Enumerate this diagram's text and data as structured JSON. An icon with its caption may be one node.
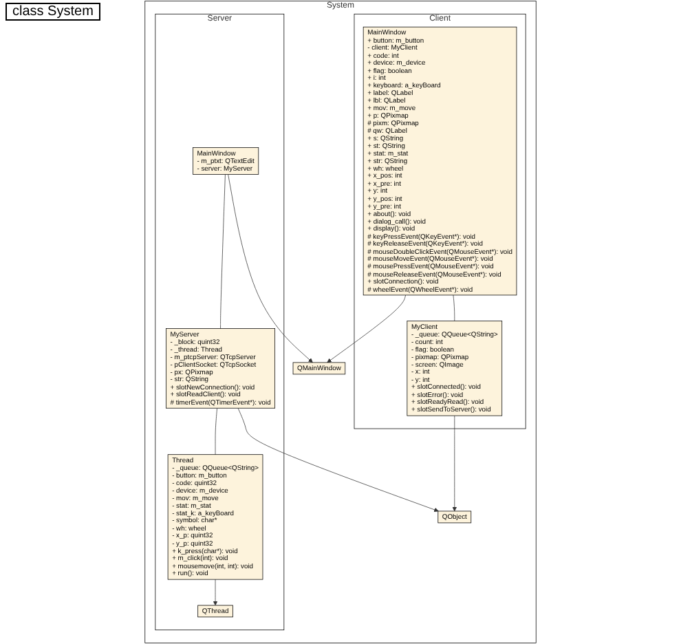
{
  "diagram": {
    "nodes": [
      {
        "text": [
          "System"
        ]
      },
      {
        "text": [
          "Client"
        ],
        "in": 0
      },
      {
        "text": [
          "MainWindow",
          "+ button: m_button",
          "- client: MyClient",
          "+ code: int",
          "+ device: m_device",
          "+ flag: boolean",
          "+ i: int",
          "+ keyboard: a_keyBoard",
          "+ label: QLabel",
          "+ lbl: QLabel",
          "+ mov: m_move",
          "+ p: QPixmap",
          "# pixm: QPixmap",
          "# qw: QLabel",
          "+ s: QString",
          "+ st: QString",
          "+ stat: m_stat",
          "+ str: QString",
          "+ wh: wheel",
          "+ x_pos: int",
          "+ x_pre: int",
          "+ y: int",
          "+ y_pos: int",
          "+ y_pre: int",
          "+ about(): void",
          "+ dialog_call(): void",
          "+ display(): void",
          "# keyPressEvent(QKeyEvent*): void",
          "# keyReleaseEvent(QKeyEvent*): void",
          "# mouseDoubleClickEvent(QMouseEvent*): void",
          "# mouseMoveEvent(QMouseEvent*): void",
          "# mousePressEvent(QMouseEvent*): void",
          "# mouseReleaseEvent(QMouseEvent*): void",
          "+ slotConnection(): void",
          "# wheelEvent(QWheelEvent*): void"
        ],
        "in": 1
      },
      {
        "text": [
          "MyClient",
          "- _queue: QQueue<QString>",
          "- count: int",
          "- flag: boolean",
          "- pixmap: QPixmap",
          "- screen: QImage",
          "- x: int",
          "- y: int",
          "+ slotConnected(): void",
          "+ slotError(): void",
          "+ slotReadyRead(): void",
          "+ slotSendToServer(): void"
        ],
        "in": 1
      },
      {
        "text": [
          "QMainWindow"
        ],
        "in": 0
      },
      {
        "text": [
          "QObject"
        ],
        "in": 0
      },
      {
        "text": [
          "Server"
        ],
        "in": 0
      },
      {
        "text": [
          "QThread"
        ],
        "in": 6
      },
      {
        "text": [
          "Thread",
          "- _queue: QQueue<QString>",
          "- button: m_button",
          "- code: quint32",
          "- device: m_device",
          "- mov: m_move",
          "- stat: m_stat",
          "- stat_k: a_keyBoard",
          "- symbol: char*",
          "- wh: wheel",
          "- x_p: quint32",
          "- y_p: quint32",
          "+ k_press(char*): void",
          "+ m_click(int): void",
          "+ mousemove(int, int): void",
          "+ run(): void"
        ],
        "in": 6
      },
      {
        "text": [
          "MainWindow",
          "- m_ptxt: QTextEdit",
          "- server: MyServer"
        ],
        "in": 6
      },
      {
        "text": [
          "MyServer",
          "- _block: quint32",
          "- _thread: Thread",
          "- m_ptcpServer: QTcpServer",
          "- pClientSocket: QTcpSocket",
          "- px: QPixmap",
          "- str: QString",
          "+ slotNewConnection(): void",
          "+ slotReadClient(): void",
          "# timerEvent(QTimerEvent*): void"
        ],
        "in": 6
      }
    ],
    "edges": [
      {
        "from": 2,
        "to": 4,
        "arrow": "to"
      },
      {
        "from": 2,
        "to": 3,
        "arrow": "other"
      },
      {
        "from": 3,
        "to": 5,
        "arrow": "to"
      },
      {
        "from": 8,
        "to": 7,
        "arrow": "to"
      },
      {
        "from": 9,
        "to": 4,
        "arrow": "to"
      },
      {
        "from": 9,
        "to": 10,
        "arrow": "other"
      },
      {
        "from": 10,
        "to": 8,
        "arrow": "other"
      },
      {
        "from": 10,
        "to": 5,
        "arrow": "to"
      }
    ],
    "labels": [
      "class System"
    ]
  }
}
